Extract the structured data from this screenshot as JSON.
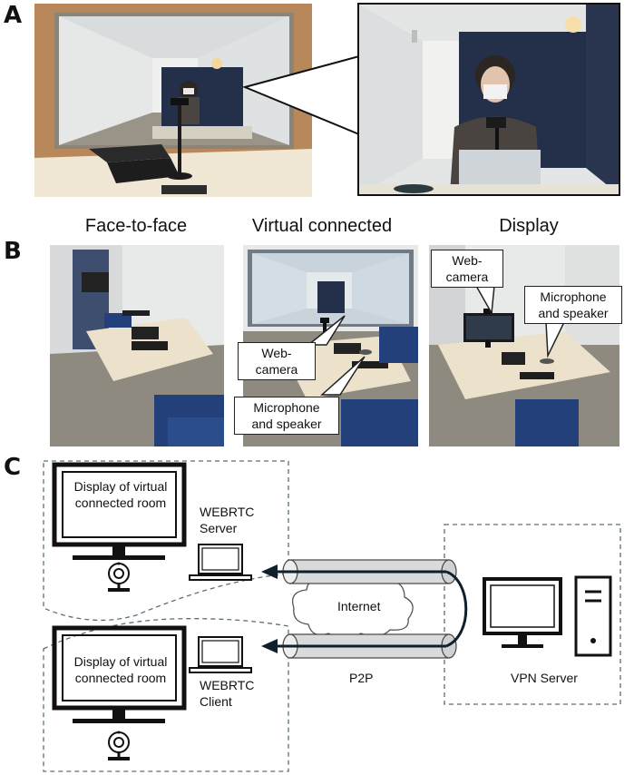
{
  "panels": {
    "a_label": "A",
    "b_label": "B",
    "c_label": "C"
  },
  "panel_b": {
    "col1_title": "Face-to-face",
    "col2_title": "Virtual connected",
    "col3_title": "Display",
    "callouts": {
      "webcam_mid_line1": "Web-",
      "webcam_mid_line2": "camera",
      "mic_mid_line1": "Microphone",
      "mic_mid_line2": "and speaker",
      "webcam_right_line1": "Web-",
      "webcam_right_line2": "camera",
      "mic_right_line1": "Microphone",
      "mic_right_line2": "and speaker"
    }
  },
  "panel_c": {
    "top_display_line1": "Display of virtual",
    "top_display_line2": "connected room",
    "bottom_display_line1": "Display of virtual",
    "bottom_display_line2": "connected room",
    "server_line1": "WEBRTC",
    "server_line2": "Server",
    "client_line1": "WEBRTC",
    "client_line2": "Client",
    "internet": "Internet",
    "p2p": "P2P",
    "vpn": "VPN Server"
  },
  "colors": {
    "frame": "#111111",
    "dashed": "#5a6f7a",
    "tube": "#d9dadb",
    "wall": "#e9eaea",
    "partition": "#24304a",
    "desk": "#eadfc6",
    "chair": "#23407a",
    "floor": "#8f8a7f"
  }
}
